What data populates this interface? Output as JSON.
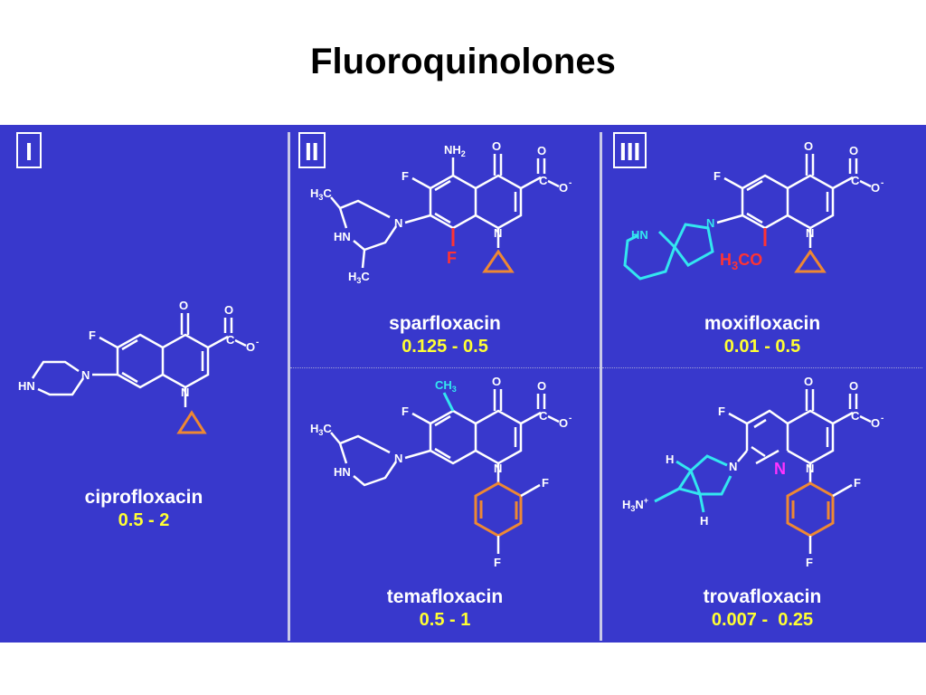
{
  "title": "Fluoroquinolones",
  "colors": {
    "panel": "#3838cc",
    "bond": "#ffffff",
    "range": "#ffff33",
    "cyclopropyl": "#ee8833",
    "fluorine_red": "#ff3333",
    "cyan": "#33e6f0",
    "magenta": "#ff33ff"
  },
  "groups": [
    {
      "label": "I"
    },
    {
      "label": "II"
    },
    {
      "label": "III"
    }
  ],
  "drugs": {
    "ciprofloxacin": {
      "name": "ciprofloxacin",
      "range": "0.5 - 2"
    },
    "sparfloxacin": {
      "name": "sparfloxacin",
      "range": "0.125 - 0.5"
    },
    "moxifloxacin": {
      "name": "moxifloxacin",
      "range": "0.01 - 0.5"
    },
    "temafloxacin": {
      "name": "temafloxacin",
      "range": "0.5 - 1"
    },
    "trovafloxacin": {
      "name": "trovafloxacin",
      "range": "0.007 -  0.25"
    }
  },
  "atoms": {
    "O": "O",
    "C": "C",
    "O_minus": "O",
    "minus": "-",
    "F": "F",
    "N": "N",
    "HN": "HN",
    "NH2": "NH",
    "sub2": "2",
    "H3C": "H",
    "sub3": "3",
    "C_of_H3C": "C",
    "CH3": "CH",
    "H3CO_H": "H",
    "H3CO_CO": "CO",
    "H": "H",
    "H3N_H": "H",
    "H3N_N": "N"
  }
}
